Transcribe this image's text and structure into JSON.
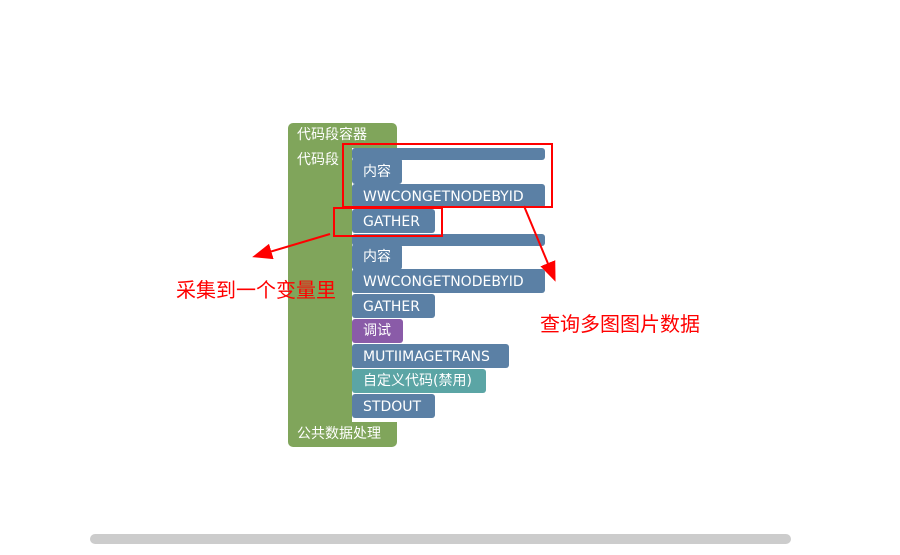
{
  "blocks": {
    "container_header": "代码段容器",
    "container_slot_label": "代码段",
    "container_footer": "公共数据处理",
    "items": [
      {
        "label": "内容"
      },
      {
        "label": "WWCONGETNODEBYID"
      },
      {
        "label": "GATHER"
      },
      {
        "label": "内容"
      },
      {
        "label": "WWCONGETNODEBYID"
      },
      {
        "label": "GATHER"
      },
      {
        "label": "调试"
      },
      {
        "label": "MUTIIMAGETRANS"
      },
      {
        "label": "自定义代码(禁用)"
      },
      {
        "label": "STDOUT"
      }
    ]
  },
  "annotations": {
    "left_note": "采集到一个变量里",
    "right_note": "查询多图图片数据"
  },
  "colors": {
    "container": "#80a55b",
    "block_blue": "#5b80a5",
    "block_purple": "#8a5ba8",
    "block_teal": "#5ba5a5",
    "annotation": "#ff0000"
  }
}
